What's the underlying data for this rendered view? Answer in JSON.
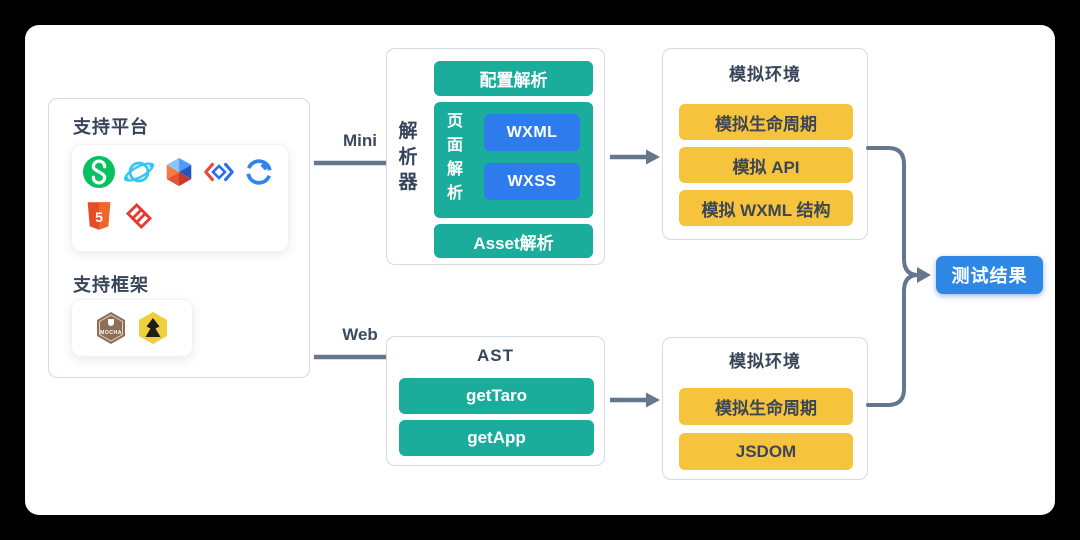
{
  "left_panel": {
    "platforms_title": "支持平台",
    "frameworks_title": "支持框架",
    "platform_icons": [
      "wechat-miniprogram",
      "orbit-planet",
      "baidu-smartprogram",
      "bytedance-miniprogram",
      "chain-link-circle",
      "html5",
      "interlocked-diamond"
    ],
    "framework_icons": [
      "mocha",
      "jest"
    ]
  },
  "flows": {
    "mini_label": "Mini",
    "web_label": "Web"
  },
  "parser_box": {
    "side_label": "解析器",
    "config_button": "配置解析",
    "page_panel_label": "页面解析",
    "wxml_button": "WXML",
    "wxss_button": "WXSS",
    "asset_button": "Asset解析"
  },
  "sim_env_top": {
    "title": "模拟环境",
    "buttons": [
      "模拟生命周期",
      "模拟 API",
      "模拟 WXML 结构"
    ]
  },
  "ast_box": {
    "title": "AST",
    "buttons": [
      "getTaro",
      "getApp"
    ]
  },
  "sim_env_bottom": {
    "title": "模拟环境",
    "buttons": [
      "模拟生命周期",
      "JSDOM"
    ]
  },
  "result_button": {
    "label": "测试结果"
  },
  "icon_glyphs": {
    "html5": "5",
    "mocha": "MOCHA"
  },
  "colors": {
    "teal": "#1aad9b",
    "yellow": "#f6c33c",
    "node_blue": "#2d7bed",
    "result_blue": "#2e87e4",
    "arrow_gray": "#64778c",
    "text_dark": "#36455a",
    "wechat_green": "#07c160",
    "card_bg": "#ffffff",
    "page_bg": "#000000"
  }
}
